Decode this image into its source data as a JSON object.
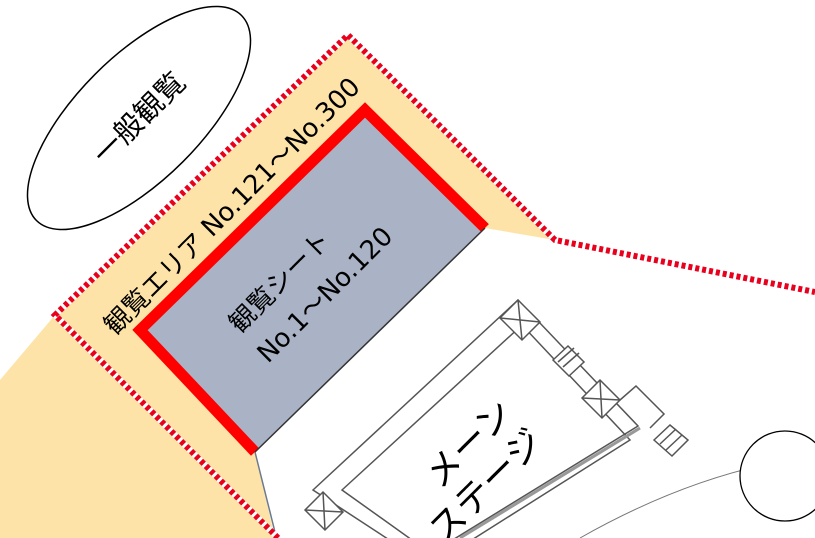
{
  "labels": {
    "general_viewing": "一般観覧",
    "viewing_area_title": "観覧エリア",
    "viewing_area_range": "No.121～No.300",
    "seat_title": "観覧シート",
    "seat_range": "No.1～No.120",
    "stage_line1": "メーン",
    "stage_line2": "ステージ"
  },
  "colors": {
    "viewing_area_fill": "#fde3a7",
    "seat_fill": "#aab3c5",
    "seat_border": "#ff0000",
    "dotted_border": "#e8001c",
    "dotted_gap": "#ffffff",
    "stage_lines": "#555555"
  }
}
